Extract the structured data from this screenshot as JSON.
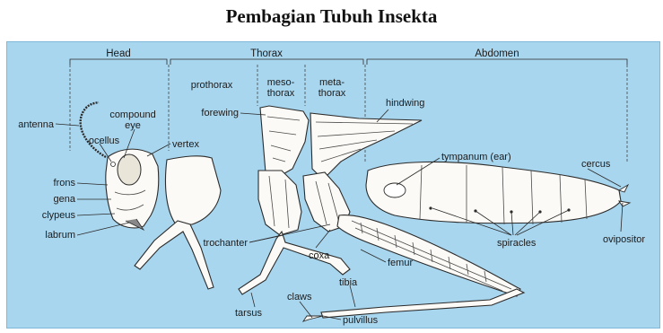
{
  "title": "Pembagian Tubuh Insekta",
  "sections": {
    "head": "Head",
    "thorax": "Thorax",
    "abdomen": "Abdomen"
  },
  "thorax_parts": {
    "prothorax": "prothorax",
    "meso_1": "meso-",
    "meso_2": "thorax",
    "meta_1": "meta-",
    "meta_2": "thorax"
  },
  "labels": {
    "antenna": "antenna",
    "compound_eye_1": "compound",
    "compound_eye_2": "eye",
    "ocellus": "ocellus",
    "vertex": "vertex",
    "frons": "frons",
    "gena": "gena",
    "clypeus": "clypeus",
    "labrum": "labrum",
    "forewing": "forewing",
    "hindwing": "hindwing",
    "tympanum": "tympanum (ear)",
    "cercus": "cercus",
    "ovipositor": "ovipositor",
    "spiracles": "spiracles",
    "trochanter": "trochanter",
    "coxa": "coxa",
    "femur": "femur",
    "tibia": "tibia",
    "claws": "claws",
    "tarsus": "tarsus",
    "pulvillus": "pulvillus"
  }
}
